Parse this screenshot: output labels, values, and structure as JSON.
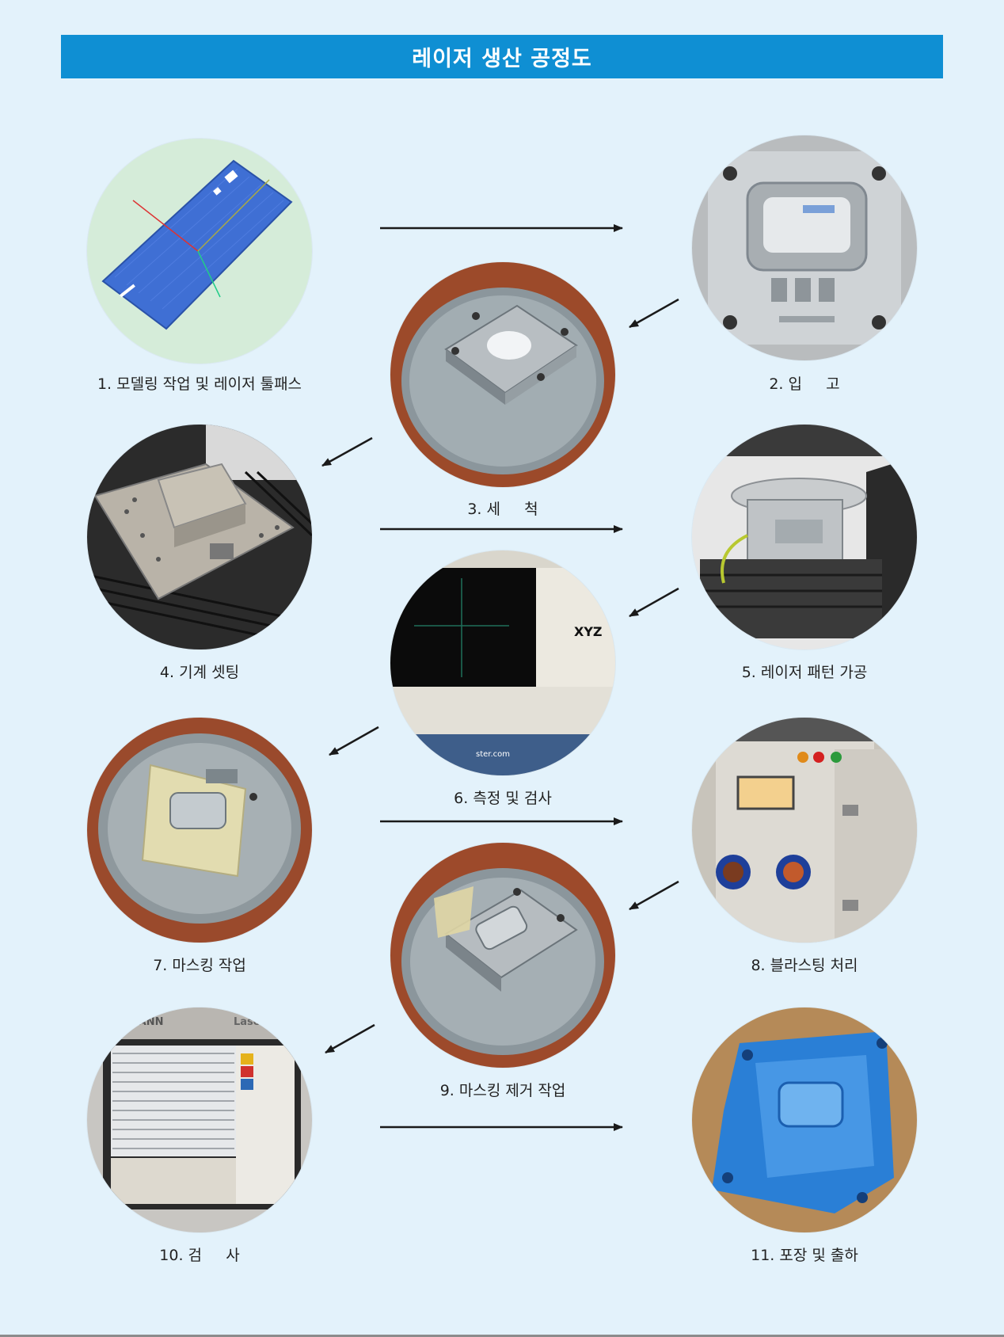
{
  "title": "레이저 생산 공정도",
  "colors": {
    "title_bar": "#0f8fd3",
    "background": "#e3f2fb",
    "arrow": "#1a1a1a"
  },
  "steps": [
    {
      "label": "1. 모델링 작업 및 레이저 툴패스",
      "photo": "3d-model-toolpath"
    },
    {
      "label": "2. 입     고",
      "photo": "mold-incoming"
    },
    {
      "label": "3. 세     척",
      "photo": "mold-cleaning"
    },
    {
      "label": "4. 기계 셋팅",
      "photo": "machine-setting"
    },
    {
      "label": "5. 레이저 패턴 가공",
      "photo": "laser-pattern-machining"
    },
    {
      "label": "6. 측정 및 검사",
      "photo": "measurement-software"
    },
    {
      "label": "7. 마스킹 작업",
      "photo": "masking"
    },
    {
      "label": "8. 블라스팅 처리",
      "photo": "blasting-cabinet"
    },
    {
      "label": "9. 마스킹 제거 작업",
      "photo": "masking-removal"
    },
    {
      "label": "10. 검     사",
      "photo": "inspection-monitor"
    },
    {
      "label": "11. 포장 및 출하",
      "photo": "packaging"
    }
  ],
  "photo_text": {
    "monitor_logo": "XYZ",
    "monitor_brand": "Lasers",
    "monitor_header": "EL MANN",
    "website": "ster.com"
  }
}
